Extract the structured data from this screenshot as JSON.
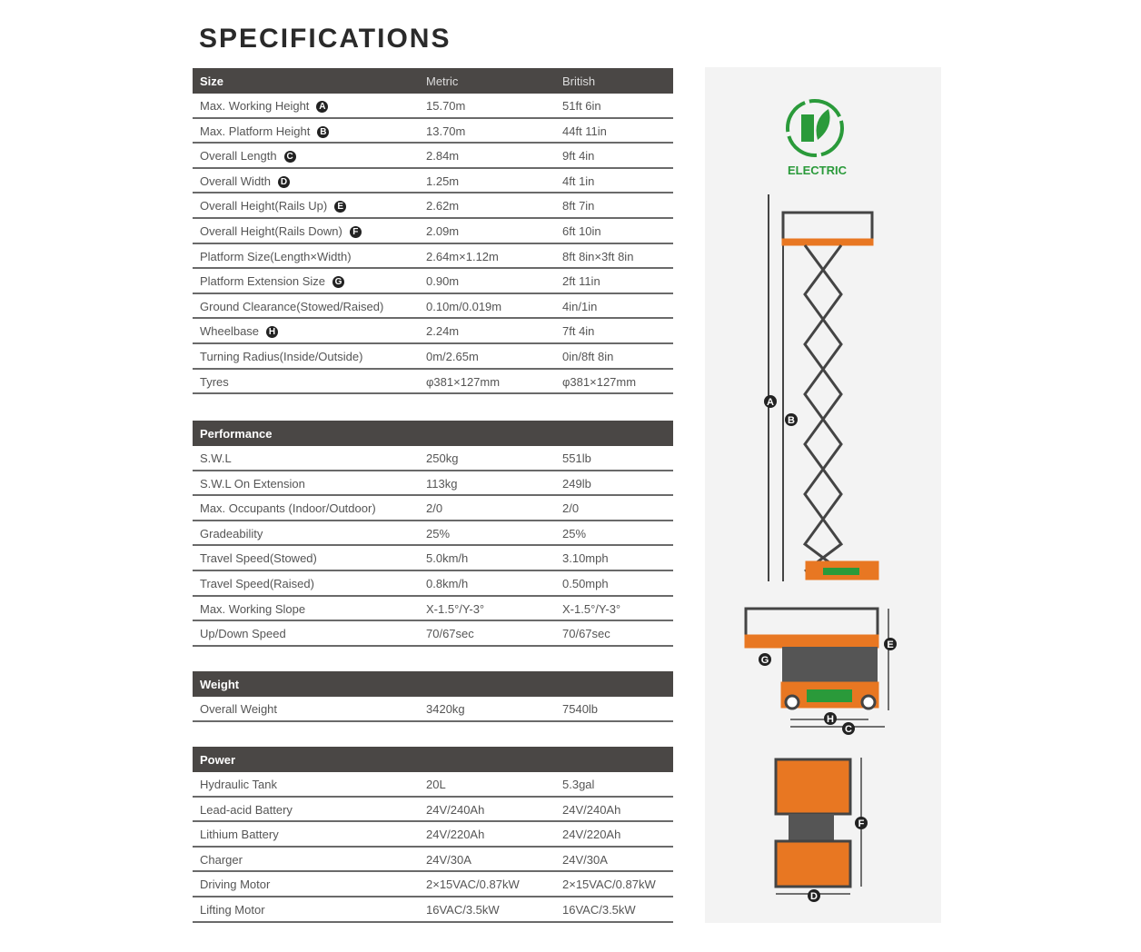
{
  "title": "SPECIFICATIONS",
  "columns": {
    "metric": "Metric",
    "british": "British"
  },
  "sections": [
    {
      "name": "Size",
      "rows": [
        {
          "label": "Max. Working Height",
          "badge": "A",
          "metric": "15.70m",
          "british": "51ft 6in"
        },
        {
          "label": "Max. Platform Height",
          "badge": "B",
          "metric": "13.70m",
          "british": "44ft 11in"
        },
        {
          "label": "Overall Length",
          "badge": "C",
          "metric": "2.84m",
          "british": "9ft 4in"
        },
        {
          "label": "Overall Width",
          "badge": "D",
          "metric": "1.25m",
          "british": "4ft 1in"
        },
        {
          "label": "Overall Height(Rails Up)",
          "badge": "E",
          "metric": "2.62m",
          "british": "8ft 7in"
        },
        {
          "label": "Overall Height(Rails Down)",
          "badge": "F",
          "metric": "2.09m",
          "british": "6ft 10in"
        },
        {
          "label": "Platform Size(Length×Width)",
          "badge": "",
          "metric": "2.64m×1.12m",
          "british": "8ft 8in×3ft 8in"
        },
        {
          "label": "Platform Extension Size",
          "badge": "G",
          "metric": "0.90m",
          "british": "2ft 11in"
        },
        {
          "label": "Ground Clearance(Stowed/Raised)",
          "badge": "",
          "metric": "0.10m/0.019m",
          "british": "4in/1in"
        },
        {
          "label": "Wheelbase",
          "badge": "H",
          "metric": "2.24m",
          "british": "7ft 4in"
        },
        {
          "label": "Turning Radius(Inside/Outside)",
          "badge": "",
          "metric": "0m/2.65m",
          "british": "0in/8ft 8in"
        },
        {
          "label": "Tyres",
          "badge": "",
          "metric": "φ381×127mm",
          "british": "φ381×127mm"
        }
      ]
    },
    {
      "name": "Performance",
      "rows": [
        {
          "label": "S.W.L",
          "badge": "",
          "metric": "250kg",
          "british": "551lb"
        },
        {
          "label": "S.W.L On Extension",
          "badge": "",
          "metric": "113kg",
          "british": "249lb"
        },
        {
          "label": "Max. Occupants (Indoor/Outdoor)",
          "badge": "",
          "metric": "2/0",
          "british": "2/0"
        },
        {
          "label": "Gradeability",
          "badge": "",
          "metric": "25%",
          "british": "25%"
        },
        {
          "label": "Travel Speed(Stowed)",
          "badge": "",
          "metric": "5.0km/h",
          "british": "3.10mph"
        },
        {
          "label": "Travel Speed(Raised)",
          "badge": "",
          "metric": "0.8km/h",
          "british": "0.50mph"
        },
        {
          "label": "Max. Working Slope",
          "badge": "",
          "metric": "X-1.5°/Y-3°",
          "british": "X-1.5°/Y-3°"
        },
        {
          "label": "Up/Down Speed",
          "badge": "",
          "metric": "70/67sec",
          "british": "70/67sec"
        }
      ]
    },
    {
      "name": "Weight",
      "rows": [
        {
          "label": "Overall Weight",
          "badge": "",
          "metric": "3420kg",
          "british": "7540lb"
        }
      ]
    },
    {
      "name": "Power",
      "rows": [
        {
          "label": "Hydraulic Tank",
          "badge": "",
          "metric": "20L",
          "british": "5.3gal"
        },
        {
          "label": "Lead-acid Battery",
          "badge": "",
          "metric": "24V/240Ah",
          "british": "24V/240Ah"
        },
        {
          "label": "Lithium Battery",
          "badge": "",
          "metric": "24V/220Ah",
          "british": "24V/220Ah"
        },
        {
          "label": "Charger",
          "badge": "",
          "metric": "24V/30A",
          "british": "24V/30A"
        },
        {
          "label": "Driving Motor",
          "badge": "",
          "metric": "2×15VAC/0.87kW",
          "british": "2×15VAC/0.87kW"
        },
        {
          "label": "Lifting Motor",
          "badge": "",
          "metric": "16VAC/3.5kW",
          "british": "16VAC/3.5kW"
        }
      ]
    }
  ],
  "panel": {
    "electric_label": "ELECTRIC",
    "diagram_labels": [
      "A",
      "B",
      "C",
      "D",
      "E",
      "F",
      "G",
      "H"
    ]
  },
  "colors": {
    "header": "#4a4745",
    "accent": "#e87722",
    "green": "#2a9a3a"
  }
}
